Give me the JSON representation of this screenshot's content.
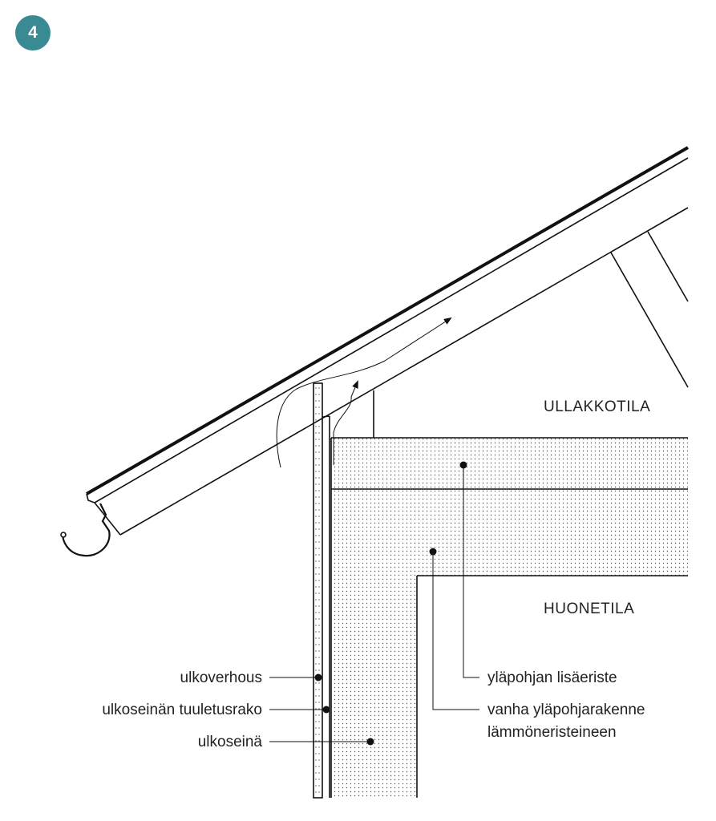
{
  "badge": {
    "number": "4",
    "color": "#3a8a94"
  },
  "rooms": {
    "attic": "ULLAKKOTILA",
    "room": "HUONETILA"
  },
  "labels_left": [
    {
      "text": "ulkoverhous"
    },
    {
      "text": "ulkoseinän tuuletusrako"
    },
    {
      "text": "ulkoseinä"
    }
  ],
  "labels_right": [
    {
      "text": "yläpohjan lisäeriste"
    },
    {
      "line1": "vanha yläpohjarakenne",
      "line2": "lämmöneristeineen"
    }
  ]
}
